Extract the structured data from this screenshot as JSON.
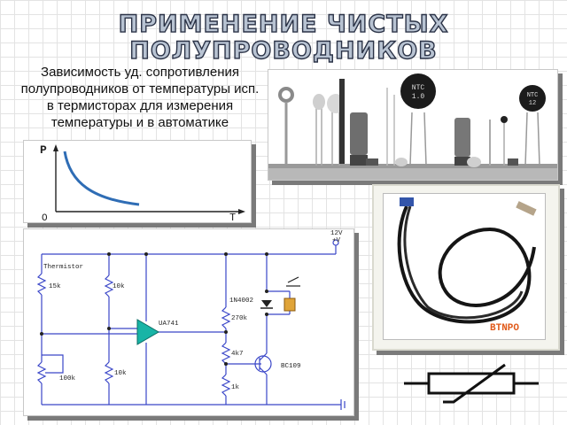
{
  "title": {
    "line1": "ПРИМЕНЕНИЕ ЧИСТЫХ",
    "line2": "ПОЛУПРОВОДНИКОВ"
  },
  "description": "Зависимость уд. сопротивления полупроводников от температуры исп. в термисторах для измерения температуры и в автоматике",
  "graph": {
    "y_label": "P",
    "x_label": "T",
    "origin": "O"
  },
  "photo": {
    "ntc1": "NTC",
    "ntc1_val": "1.0",
    "ntc2": "NTC",
    "ntc2_val": "12"
  },
  "circuit": {
    "thermistor": "Thermistor",
    "r_thermistor": "15k",
    "r1": "10k",
    "r2": "10k",
    "pot": "100k",
    "opamp": "UA741",
    "diode": "1N4002",
    "r3": "270k",
    "r4": "4k7",
    "r5": "1k",
    "transistor": "BC109",
    "supply": "12V",
    "supply2": "+V"
  },
  "watermark": "BTNPO",
  "colors": {
    "title_fill": "#b8c3d2",
    "title_stroke": "#2b3347",
    "curve": "#2f6db5",
    "wire": "#3a46c8",
    "opamp": "#18b4a6",
    "relay": "#e0a438"
  }
}
